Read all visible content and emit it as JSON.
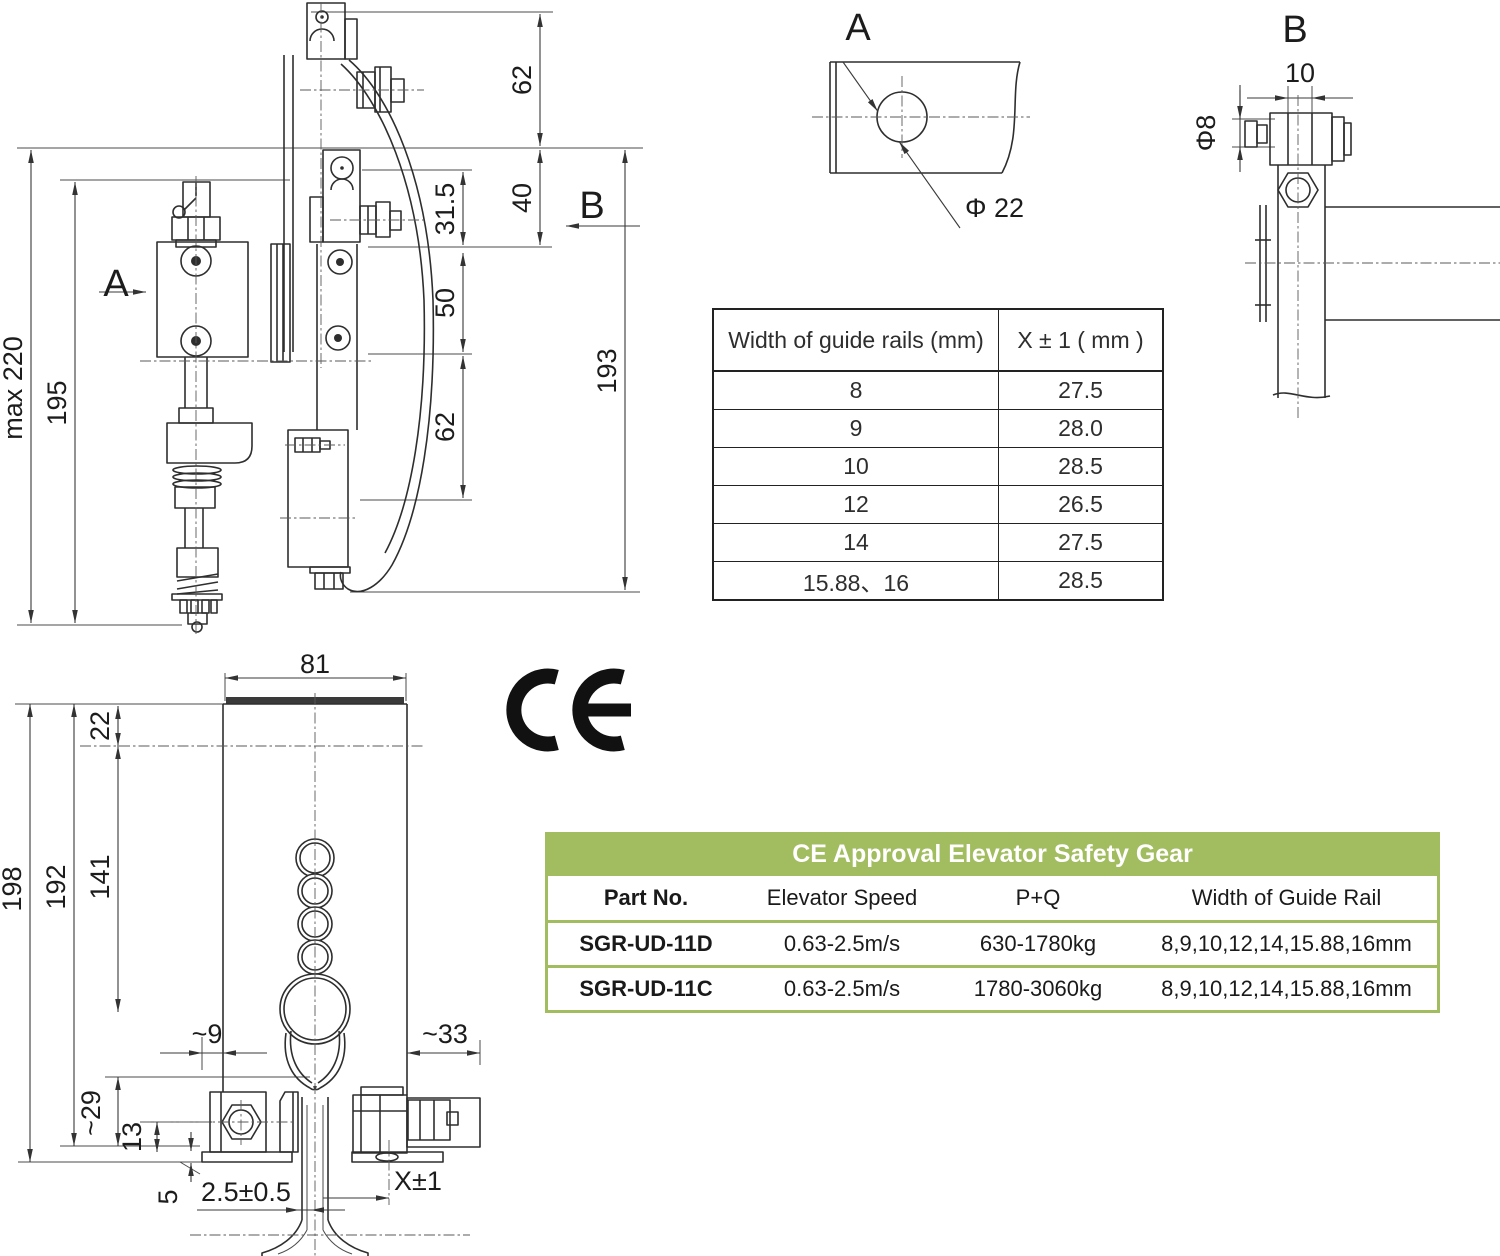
{
  "page": {
    "background": "#ffffff",
    "line_color": "#2e2e2e"
  },
  "side_view": {
    "dims": {
      "max220": "max 220",
      "h195": "195",
      "v62_top": "62",
      "v40": "40",
      "v31_5": "31.5",
      "v50": "50",
      "v193": "193",
      "v62_mid": "62"
    },
    "section_labels": {
      "a": "A",
      "b": "B"
    }
  },
  "detail_a": {
    "label": "A",
    "hole_dia": "Φ 22"
  },
  "detail_b": {
    "label": "B",
    "width": "10",
    "pin_dia": "Φ8"
  },
  "rail_table": {
    "col1_header": "Width of guide rails (mm)",
    "col2_header": "X ± 1 ( mm )",
    "rows": [
      [
        "8",
        "27.5"
      ],
      [
        "9",
        "28.0"
      ],
      [
        "10",
        "28.5"
      ],
      [
        "12",
        "26.5"
      ],
      [
        "14",
        "27.5"
      ],
      [
        "15.88、16",
        "28.5"
      ]
    ]
  },
  "front_view": {
    "dims": {
      "w81": "81",
      "v22": "22",
      "v198": "198",
      "v192": "192",
      "v141": "141",
      "g9": "~9",
      "g33": "~33",
      "v29": "~29",
      "v13": "13",
      "v5": "5",
      "gap": "2.5±0.5",
      "x1": "X±1"
    }
  },
  "ce_mark": {
    "label": "CE"
  },
  "spec_table": {
    "title": "CE Approval Elevator Safety Gear",
    "headers": [
      "Part No.",
      "Elevator Speed",
      "P+Q",
      "Width of Guide Rail"
    ],
    "rows": [
      [
        "SGR-UD-11D",
        "0.63-2.5m/s",
        "630-1780kg",
        "8,9,10,12,14,15.88,16mm"
      ],
      [
        "SGR-UD-11C",
        "0.63-2.5m/s",
        "1780-3060kg",
        "8,9,10,12,14,15.88,16mm"
      ]
    ],
    "colors": {
      "green": "#a2bd5f",
      "title_text": "#ffffff"
    }
  }
}
